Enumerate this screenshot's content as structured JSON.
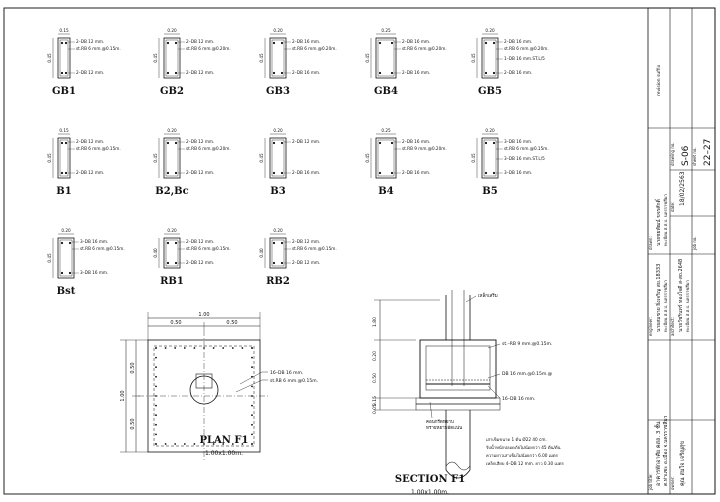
{
  "beams": [
    {
      "name": "GB1",
      "w": "0.15",
      "h": "0.45",
      "top": "2–DB 12 mm.",
      "stir": "st.RB 6 mm.@0.15m.",
      "mid": "",
      "bot": "2–DB 12 mm."
    },
    {
      "name": "GB2",
      "w": "0.20",
      "h": "0.45",
      "top": "2–DB 12 mm.",
      "stir": "st.RB 6 mm.@0.20m.",
      "mid": "",
      "bot": "2–DB 12 mm."
    },
    {
      "name": "GB3",
      "w": "0.20",
      "h": "0.45",
      "top": "2–DB 16 mm.",
      "stir": "st.RB 6 mm.@0.20m.",
      "mid": "",
      "bot": "2–DB 16 mm."
    },
    {
      "name": "GB4",
      "w": "0.25",
      "h": "0.45",
      "top": "2–DB 16 mm.",
      "stir": "st.RB 6 mm.@0.20m.",
      "mid": "",
      "bot": "2–DB 16 mm."
    },
    {
      "name": "GB5",
      "w": "0.20",
      "h": "0.45",
      "top": "2–DB 16 mm.",
      "stir": "st.RB 6 mm.@0.20m.",
      "mid": "1–DB 16 mm.ST.L/5",
      "bot": "2–DB 16 mm."
    },
    {
      "name": "B1",
      "w": "0.15",
      "h": "0.45",
      "top": "2–DB 12 mm.",
      "stir": "st.RB 6 mm.@0.15m.",
      "mid": "",
      "bot": "2–DB 12 mm."
    },
    {
      "name": "B2,Bc",
      "w": "0.20",
      "h": "0.45",
      "top": "2–DB 12 mm.",
      "stir": "st.RB 6 mm.@0.20m.",
      "mid": "",
      "bot": "2–DB 12 mm."
    },
    {
      "name": "B3",
      "w": "0.20",
      "h": "0.45",
      "top": "2–DB 12 mm.",
      "stir": "",
      "mid": "",
      "bot": "2–DB 16 mm."
    },
    {
      "name": "B4",
      "w": "0.25",
      "h": "0.45",
      "top": "2–DB 16 mm.",
      "stir": "st.RB 9 mm.@0.20m.",
      "mid": "",
      "bot": "2–DB 16 mm."
    },
    {
      "name": "B5",
      "w": "0.20",
      "h": "0.45",
      "top": "3–DB 16 mm.",
      "stir": "st.RB 6 mm.@0.15m.",
      "mid": "3–DB 16 mm.ST.L/5",
      "bot": "3–DB 16 mm."
    },
    {
      "name": "Bst",
      "w": "0.20",
      "h": "0.45",
      "top": "3–DB 16 mm.",
      "stir": "st.RB 6 mm.@0.15m.",
      "mid": "",
      "bot": "3–DB 16 mm."
    },
    {
      "name": "RB1",
      "w": "0.20",
      "h": "0.40",
      "top": "2–DB 12 mm.",
      "stir": "st.RB 6 mm.@0.15m.",
      "mid": "",
      "bot": "2–DB 12 mm."
    },
    {
      "name": "RB2",
      "w": "0.20",
      "h": "0.40",
      "top": "2–DB 12 mm.",
      "stir": "st.RB 6 mm.@0.15m.",
      "mid": "",
      "bot": "2–DB 12 mm."
    }
  ],
  "plan": {
    "title": "PLAN  F1",
    "subtitle": "1.00x1.00m.",
    "dim_total": "1.00",
    "dim_half_left": "0.50",
    "dim_half_right": "0.50",
    "dim_side_total": "1.00",
    "dim_side_top": "0.50",
    "dim_side_bottom": "0.50",
    "label_1": "16–DB 16 mm.",
    "label_2": "st.RB 6 mm.@0.15m."
  },
  "section": {
    "title": "SECTION  F1",
    "subtitle": "1.00x1.00m.",
    "dim_1": "1.80",
    "dim_2": "0.20",
    "dim_3": "0.50",
    "dim_4": "0.15",
    "dim_5": "0.05",
    "label_top": "เหล็กเสริม",
    "label_a": "st.–RB 9 mm.@0.15m.",
    "label_b": "DB 16 mm.@0.15m.@",
    "label_c": "16–DB 16 mm.",
    "label_d": "คอนกรีตหยาบ",
    "label_e": "ทรายหยาบอัดแน่น",
    "note_1": "เสาเข็มขนาด 1 ต้น Ø22 40 cm.",
    "note_2": "รับน้ำหนักปลอดภัยไม่น้อยกว่า 45 ตัน/ต้น",
    "note_3": "ความยาวเสาเข็มไม่น้อยกว่า 6.00 เมตร",
    "note_4": "เหล็กเสียบ 4–DB 12 mm. ยาว 0.30 เมตร"
  },
  "titleblock": {
    "col1_label": "job title:",
    "col1_line1": "อาคารพักอาศัย คสล. 3 ชั้น",
    "col1_line2": "ต.ท่าแซะ อ.เมือง จ.นครราชสีมา",
    "col1_owner_label": "owner:",
    "col1_owner": "คุณ สมใจ เจริญสุข",
    "col2_label": "engineer:",
    "col2_line1": "นายสมชาย ยิ่งเจริญ สย.18333",
    "col2_line2": "ทะเบียน ส.ส.ป. นครราชสีมา",
    "col2_arch_label": "architect:",
    "col2_arch_line1": "นายวัชรินทร์ ทองใจดี ส-สถ.2648",
    "col2_arch_line2": "ทะเบียน ส.ส.ป. นครราชสีมา",
    "col3_label": "drawn:",
    "col3_line1": "นายชยพัฒน์ ขจรศักดิ์",
    "col3_line2": "ทะเบียน ส.ส.ป. นครราชสีมา",
    "date_label": "date:",
    "date": "18/02/2563",
    "job_label": "job no.",
    "drawing_label": "drawing no.",
    "drawing": "S-06",
    "sheet_label": "sheet no.",
    "sheet": "22–27",
    "revision_label": "revision suffix"
  }
}
